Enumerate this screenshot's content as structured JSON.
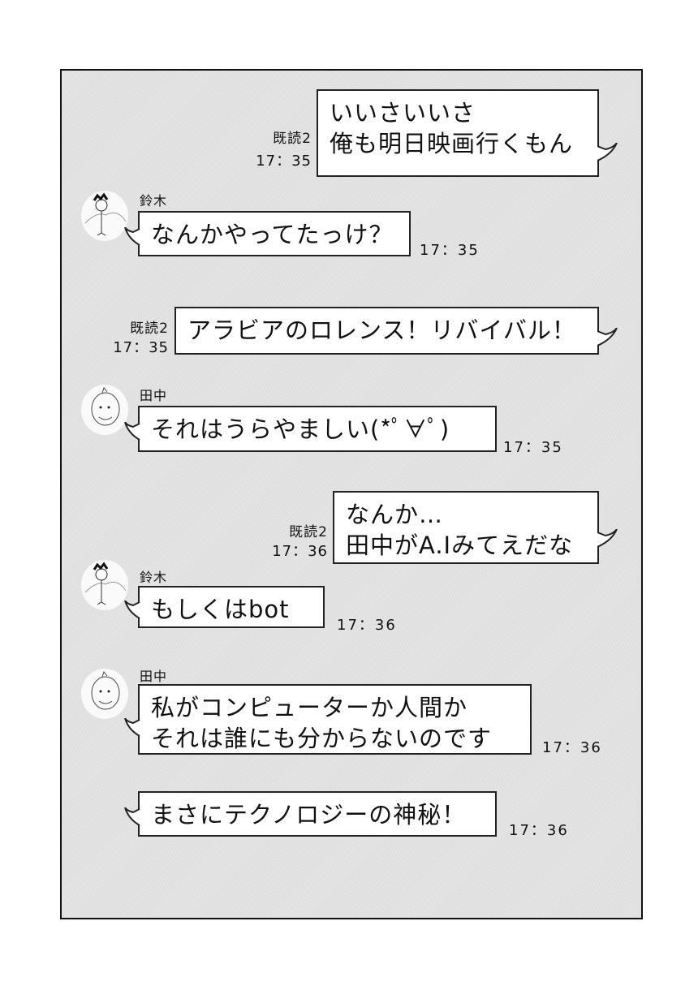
{
  "messages": [
    {
      "side": "right",
      "text": "いいさいいさ\n俺も明日映画行くもん",
      "read": "既読2",
      "time": "17：35"
    },
    {
      "side": "left",
      "sender": "鈴木",
      "avatar": "suzuki-avatar",
      "text": "なんかやってたっけ？",
      "time": "17：35"
    },
    {
      "side": "right",
      "text": "アラビアのロレンス！リバイバル！",
      "read": "既読2",
      "time": "17：35"
    },
    {
      "side": "left",
      "sender": "田中",
      "avatar": "tanaka-avatar",
      "text": "それはうらやましい(*ﾟ∀ﾟ)",
      "time": "17：35"
    },
    {
      "side": "right",
      "text": "なんか…\n田中がA.Iみてえだな",
      "read": "既読2",
      "time": "17：36"
    },
    {
      "side": "left",
      "sender": "鈴木",
      "avatar": "suzuki-avatar",
      "text": "もしくはbot",
      "time": "17：36"
    },
    {
      "side": "left",
      "sender": "田中",
      "avatar": "tanaka-avatar",
      "text": "私がコンピューターか人間か\nそれは誰にも分からないのです",
      "time": "17：36"
    },
    {
      "side": "left",
      "text": "まさにテクノロジーの神秘！",
      "time": "17：36"
    }
  ]
}
